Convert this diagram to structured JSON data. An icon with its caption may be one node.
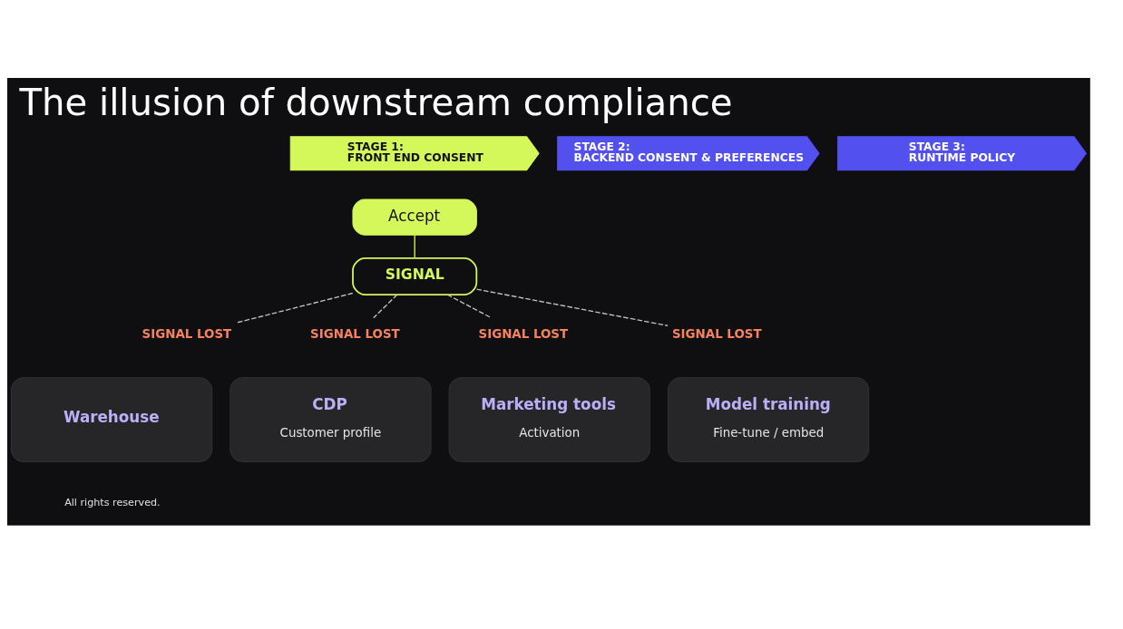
{
  "diagram": {
    "title": "The illusion of downstream compliance",
    "nodes": [
      {
        "text": [
          "STAGE 1:",
          "FRONT END CONSENT"
        ]
      },
      {
        "text": [
          "STAGE 2:",
          "BACKEND CONSENT & PREFERENCES"
        ]
      },
      {
        "text": [
          "STAGE 3:",
          "RUNTIME POLICY"
        ]
      },
      {
        "text": [
          "Accept"
        ]
      },
      {
        "text": [
          "SIGNAL"
        ]
      },
      {
        "text": [
          "SIGNAL LOST"
        ]
      },
      {
        "text": [
          "SIGNAL LOST"
        ]
      },
      {
        "text": [
          "SIGNAL LOST"
        ]
      },
      {
        "text": [
          "SIGNAL LOST"
        ]
      },
      {
        "text": [
          "Warehouse"
        ]
      },
      {
        "text": [
          "CDP",
          "Customer profile"
        ]
      },
      {
        "text": [
          "Marketing tools",
          "Activation"
        ]
      },
      {
        "text": [
          "Model training",
          "Fine-tune / embed"
        ]
      }
    ],
    "edges": [
      {
        "from": 3,
        "to": 4,
        "arrow": "none",
        "color": "#d4f75a"
      },
      {
        "from": 4,
        "to": 5,
        "arrow": "none",
        "style": "dashed"
      },
      {
        "from": 4,
        "to": 6,
        "arrow": "none",
        "style": "dashed"
      },
      {
        "from": 4,
        "to": 7,
        "arrow": "none",
        "style": "dashed"
      },
      {
        "from": 4,
        "to": 8,
        "arrow": "none",
        "style": "dashed"
      }
    ],
    "labels": [
      "All rights reserved."
    ]
  }
}
